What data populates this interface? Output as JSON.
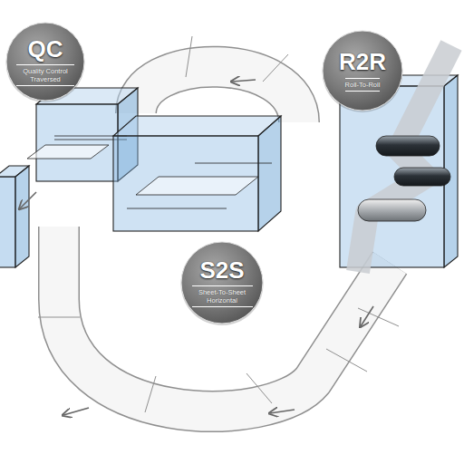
{
  "diagram": {
    "nodes": [
      {
        "text": [
          "QC",
          "Quality Control Traversed"
        ]
      },
      {
        "text": [
          "R2R",
          "Roll-To-Roll"
        ]
      },
      {
        "text": [
          "S2S",
          "Sheet-To-Sheet Horizontal"
        ]
      }
    ]
  }
}
